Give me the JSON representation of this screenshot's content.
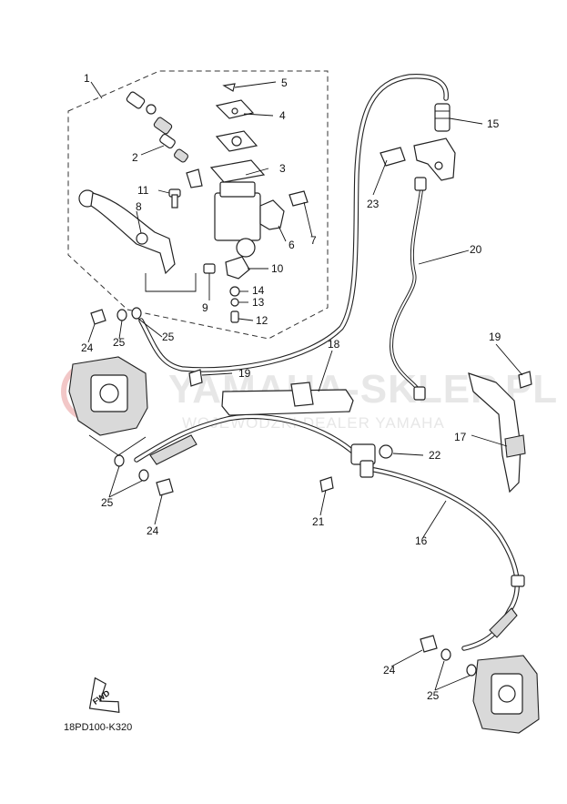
{
  "diagram": {
    "drawing_code": "18PD100-K320",
    "watermark": {
      "title": "YAMAHA-SKLEP.PL",
      "subtitle": "WOJEWODZKI DEALER YAMAHA"
    },
    "fwd_label": "FWD",
    "callouts": {
      "c1": "1",
      "c2": "2",
      "c3": "3",
      "c4": "4",
      "c5": "5",
      "c6": "6",
      "c7": "7",
      "c8": "8",
      "c9": "9",
      "c10": "10",
      "c11": "11",
      "c12": "12",
      "c13": "13",
      "c14": "14",
      "c15": "15",
      "c16": "16",
      "c17": "17",
      "c18": "18",
      "c19a": "19",
      "c19b": "19",
      "c20": "20",
      "c21": "21",
      "c22": "22",
      "c23": "23",
      "c24a": "24",
      "c24b": "24",
      "c24c": "24",
      "c25a": "25",
      "c25b": "25",
      "c25c": "25",
      "c25d": "25"
    }
  }
}
